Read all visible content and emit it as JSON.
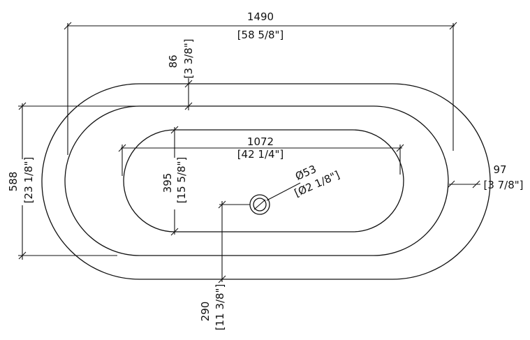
{
  "drawing": {
    "overall_length": {
      "mm": "1490",
      "inch": "[58 5/8\"]"
    },
    "rim_offset": {
      "mm": "86",
      "inch": "[3 3/8\"]"
    },
    "basin_length": {
      "mm": "1072",
      "inch": "[42 1/4\"]"
    },
    "overall_width": {
      "mm": "588",
      "inch": "[23 1/8\"]"
    },
    "basin_width": {
      "mm": "395",
      "inch": "[15 5/8\"]"
    },
    "drain_diameter": {
      "mm": "Ø53",
      "inch": "[Ø2 1/8\"]"
    },
    "rim_thickness": {
      "mm": "97",
      "inch": "[3 7/8\"]"
    },
    "drain_offset": {
      "mm": "290",
      "inch": "[11 3/8\"]"
    }
  }
}
